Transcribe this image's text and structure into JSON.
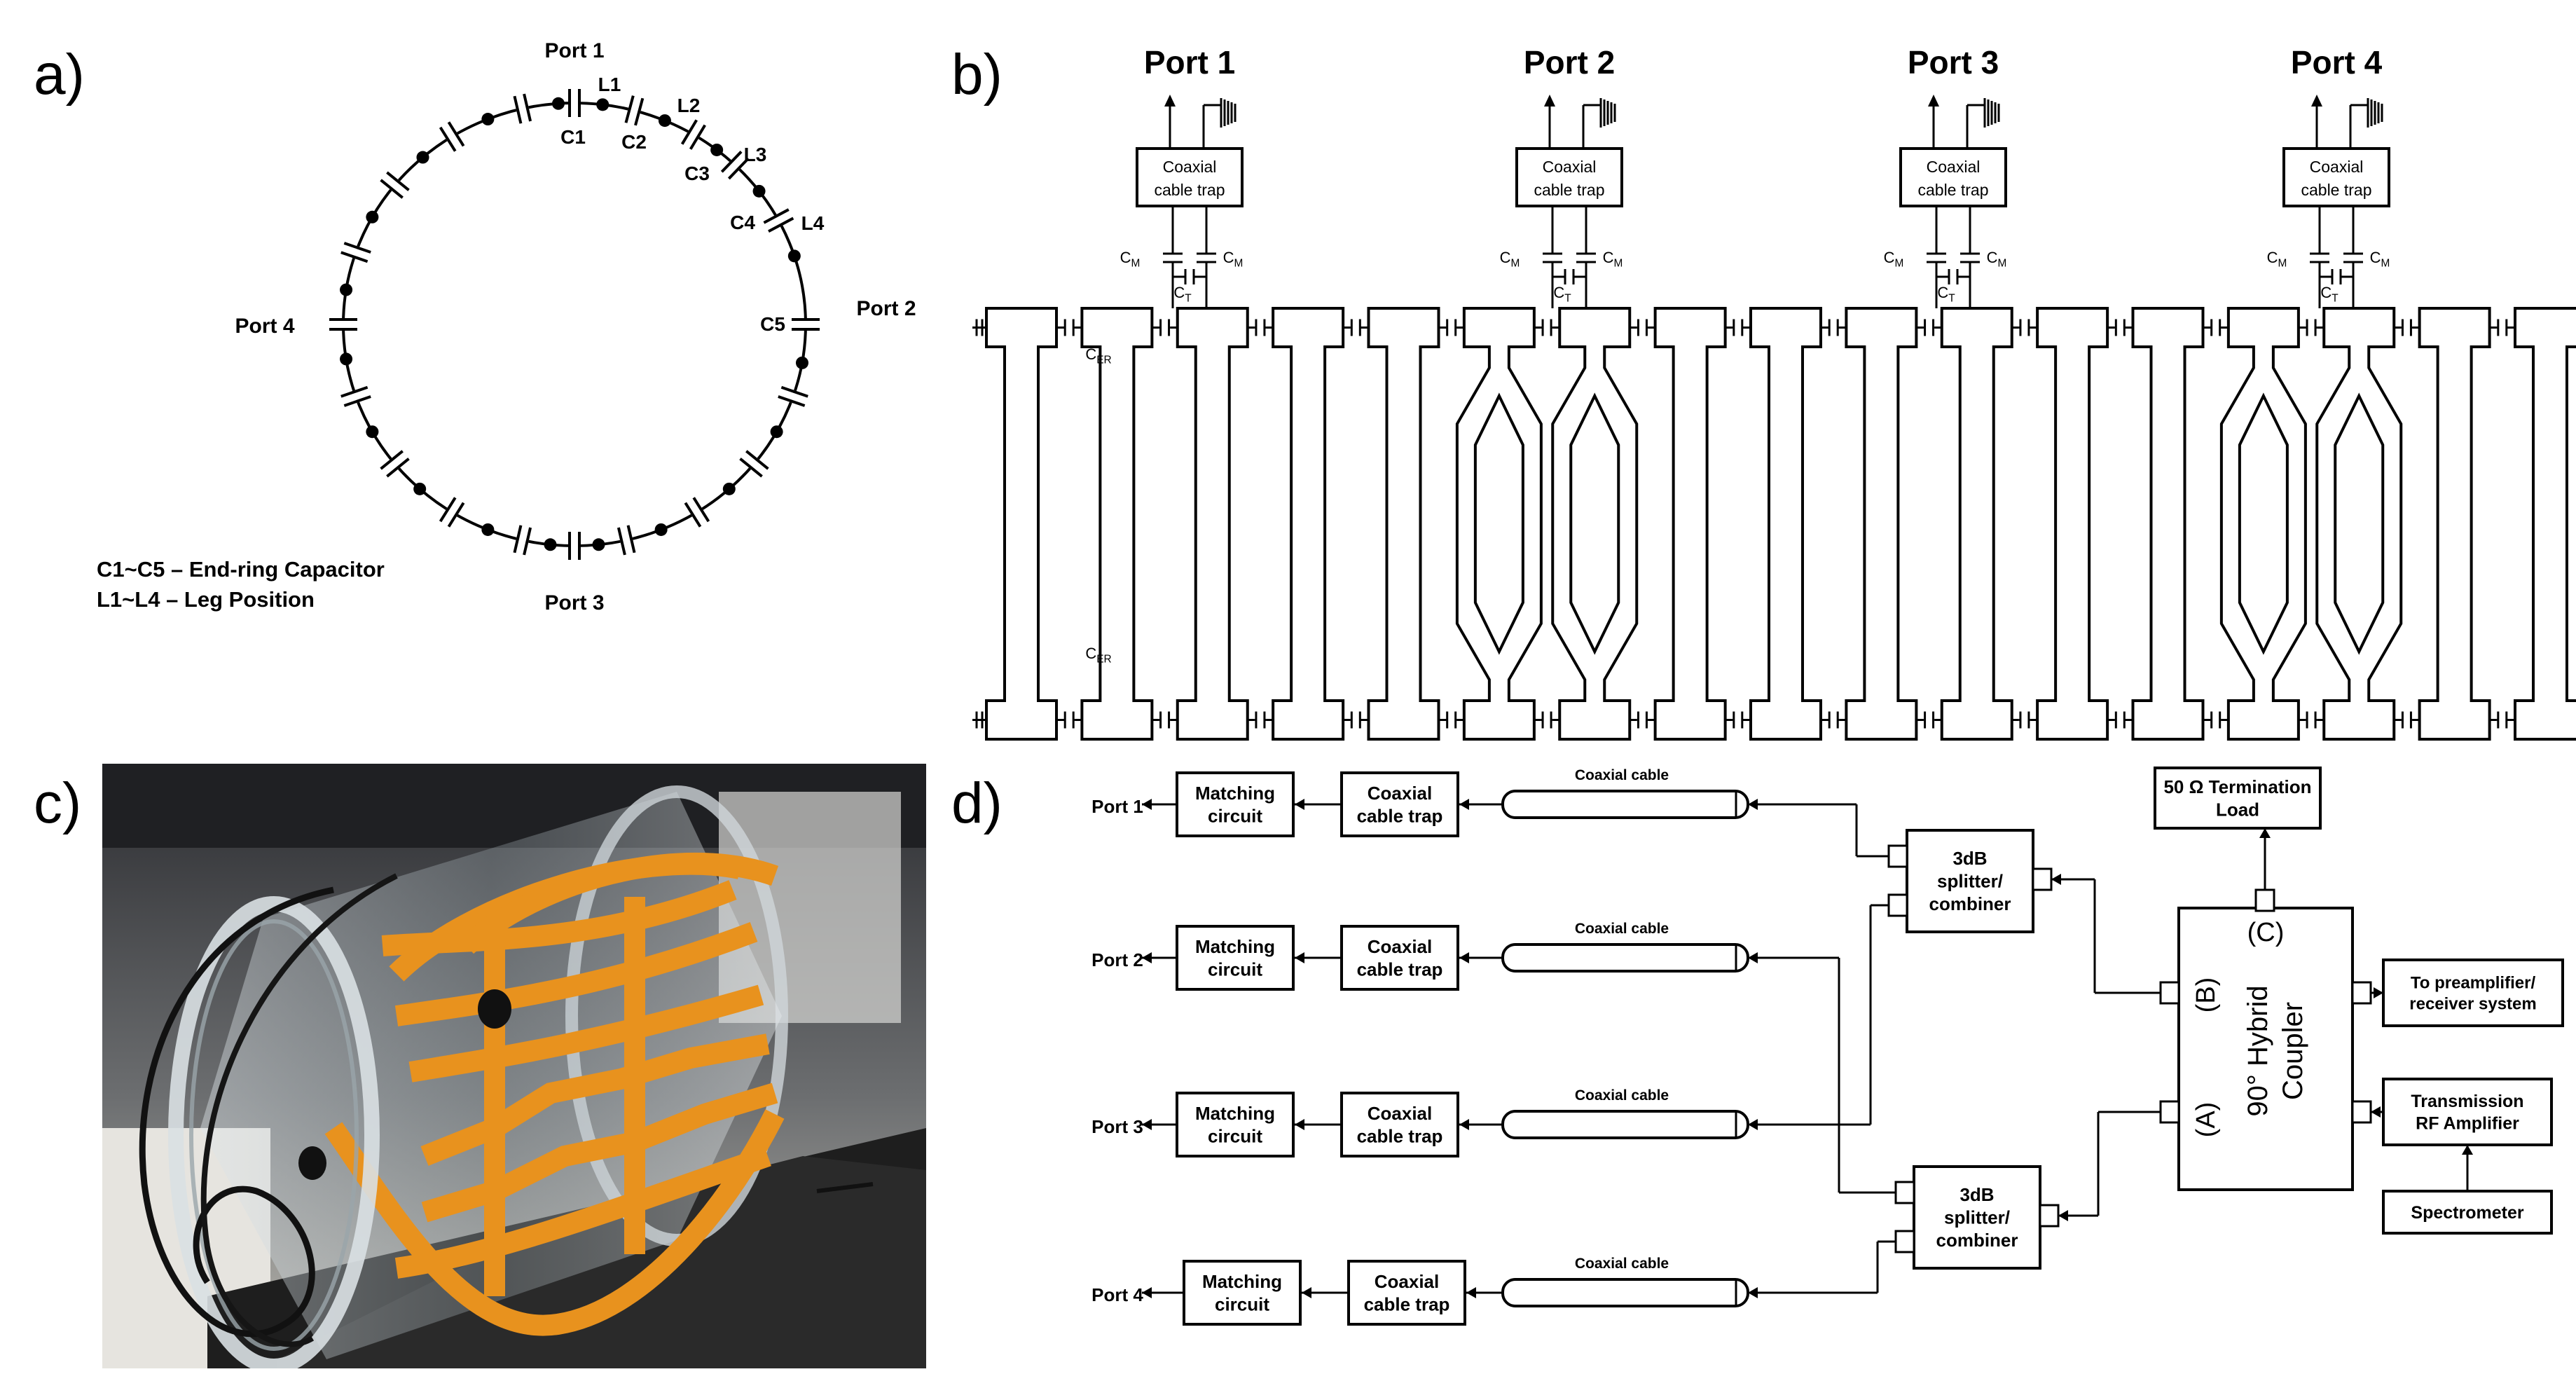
{
  "panel_labels": {
    "a": "a)",
    "b": "b)",
    "c": "c)",
    "d": "d)"
  },
  "panel_a": {
    "ports": {
      "p1": "Port 1",
      "p2": "Port 2",
      "p3": "Port 3",
      "p4": "Port 4"
    },
    "capacitors": [
      "C1",
      "C2",
      "C3",
      "C4",
      "C5"
    ],
    "legs": [
      "L1",
      "L2",
      "L3",
      "L4"
    ],
    "legend": [
      "C1~C5 – End-ring Capacitor",
      "L1~L4 – Leg Position"
    ]
  },
  "panel_b": {
    "ports": [
      "Port 1",
      "Port 2",
      "Port 3",
      "Port 4"
    ],
    "trap_label": [
      "Coaxial",
      "cable trap"
    ],
    "cm": "C",
    "cm_sub": "M",
    "ct": "C",
    "ct_sub": "T",
    "cer": "C",
    "cer_sub": "ER"
  },
  "panel_c": {
    "description_colors": {
      "tape": "#e8921e",
      "acrylic": "#c9d3d8",
      "cable": "#1a1a1a",
      "base": "#222222"
    }
  },
  "panel_d": {
    "ports": [
      "Port 1",
      "Port 2",
      "Port 3",
      "Port 4"
    ],
    "matching": [
      "Matching",
      "circuit"
    ],
    "trap": [
      "Coaxial",
      "cable trap"
    ],
    "coax": "Coaxial cable",
    "splitter": [
      "3dB",
      "splitter/",
      "combiner"
    ],
    "termination": [
      "50 Ω Termination",
      "Load"
    ],
    "hybrid": [
      "90° Hybrid",
      "Coupler"
    ],
    "hybrid_ports": {
      "a": "(A)",
      "b": "(B)",
      "c": "(C)"
    },
    "preamp": [
      "To preamplifier/",
      "receiver system"
    ],
    "amp": [
      "Transmission",
      "RF Amplifier"
    ],
    "spectrometer": "Spectrometer"
  }
}
